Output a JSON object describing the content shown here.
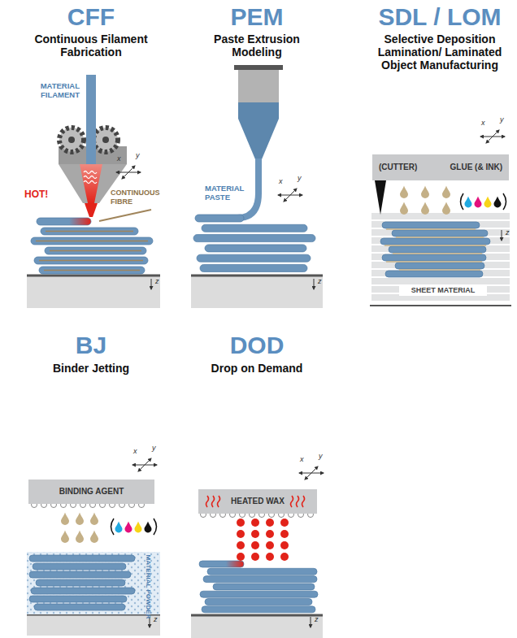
{
  "diagram": {
    "nodes": [
      {
        "text": [
          "(CUTTER)",
          "GLUE (& INK)"
        ]
      },
      {
        "text": [
          "BINDING AGENT"
        ]
      },
      {
        "text": [
          "HEATED WAX"
        ]
      }
    ],
    "labels": [
      "CFF",
      "Continuous Filament Fabrication",
      "MATERIAL FILAMENT",
      "HOT!",
      "CONTINUOUS FIBRE",
      "x",
      "y",
      "z",
      "PEM",
      "Paste Extrusion Modeling",
      "MATERIAL PASTE",
      "x",
      "y",
      "z",
      "SDL / LOM",
      "Selective Deposition Lamination/ Laminated Object Manufacturing",
      "x",
      "y",
      "z",
      "SHEET MATERIAL",
      "BJ",
      "Binder Jetting",
      "x",
      "y",
      "z",
      "MATERIAL POWDER",
      "DOD",
      "Drop on Demand",
      "x",
      "y",
      "z"
    ]
  }
}
